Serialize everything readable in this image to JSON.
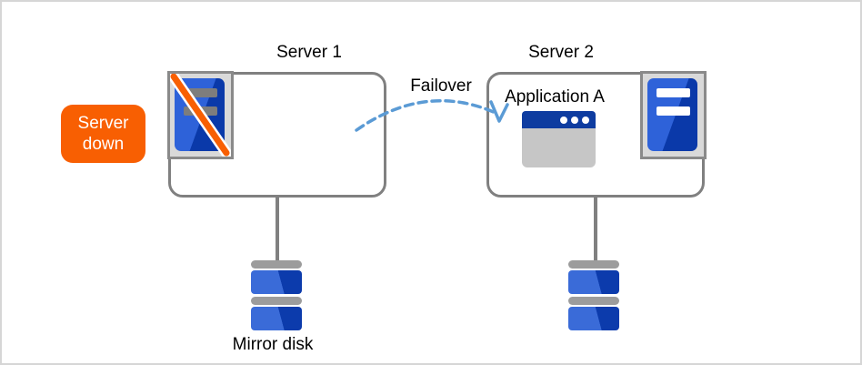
{
  "diagram": {
    "type": "failover-cluster-diagram",
    "labels": {
      "server1": "Server 1",
      "server2": "Server 2",
      "failover": "Failover",
      "application": "Application A",
      "mirror_disk": "Mirror disk"
    },
    "badge": {
      "line1": "Server",
      "line2": "down"
    },
    "icons": {
      "server1": "server-down-icon",
      "server2": "server-icon",
      "application": "application-window-icon",
      "disk_left": "mirror-disk-icon",
      "disk_right": "mirror-disk-icon"
    },
    "colors": {
      "accent_orange": "#F85F02",
      "server_blue_light": "#2E62D9",
      "server_blue_dark": "#0A39A9",
      "disk_blue_light": "#3A6BD8",
      "disk_blue_dark": "#0C3BAC",
      "app_titlebar_blue": "#0E3CA0",
      "arrow_blue": "#5B9BD5",
      "border_gray": "#808080",
      "cap_gray": "#9C9C9C",
      "icon_bg_gray": "#D9D9D9"
    }
  }
}
